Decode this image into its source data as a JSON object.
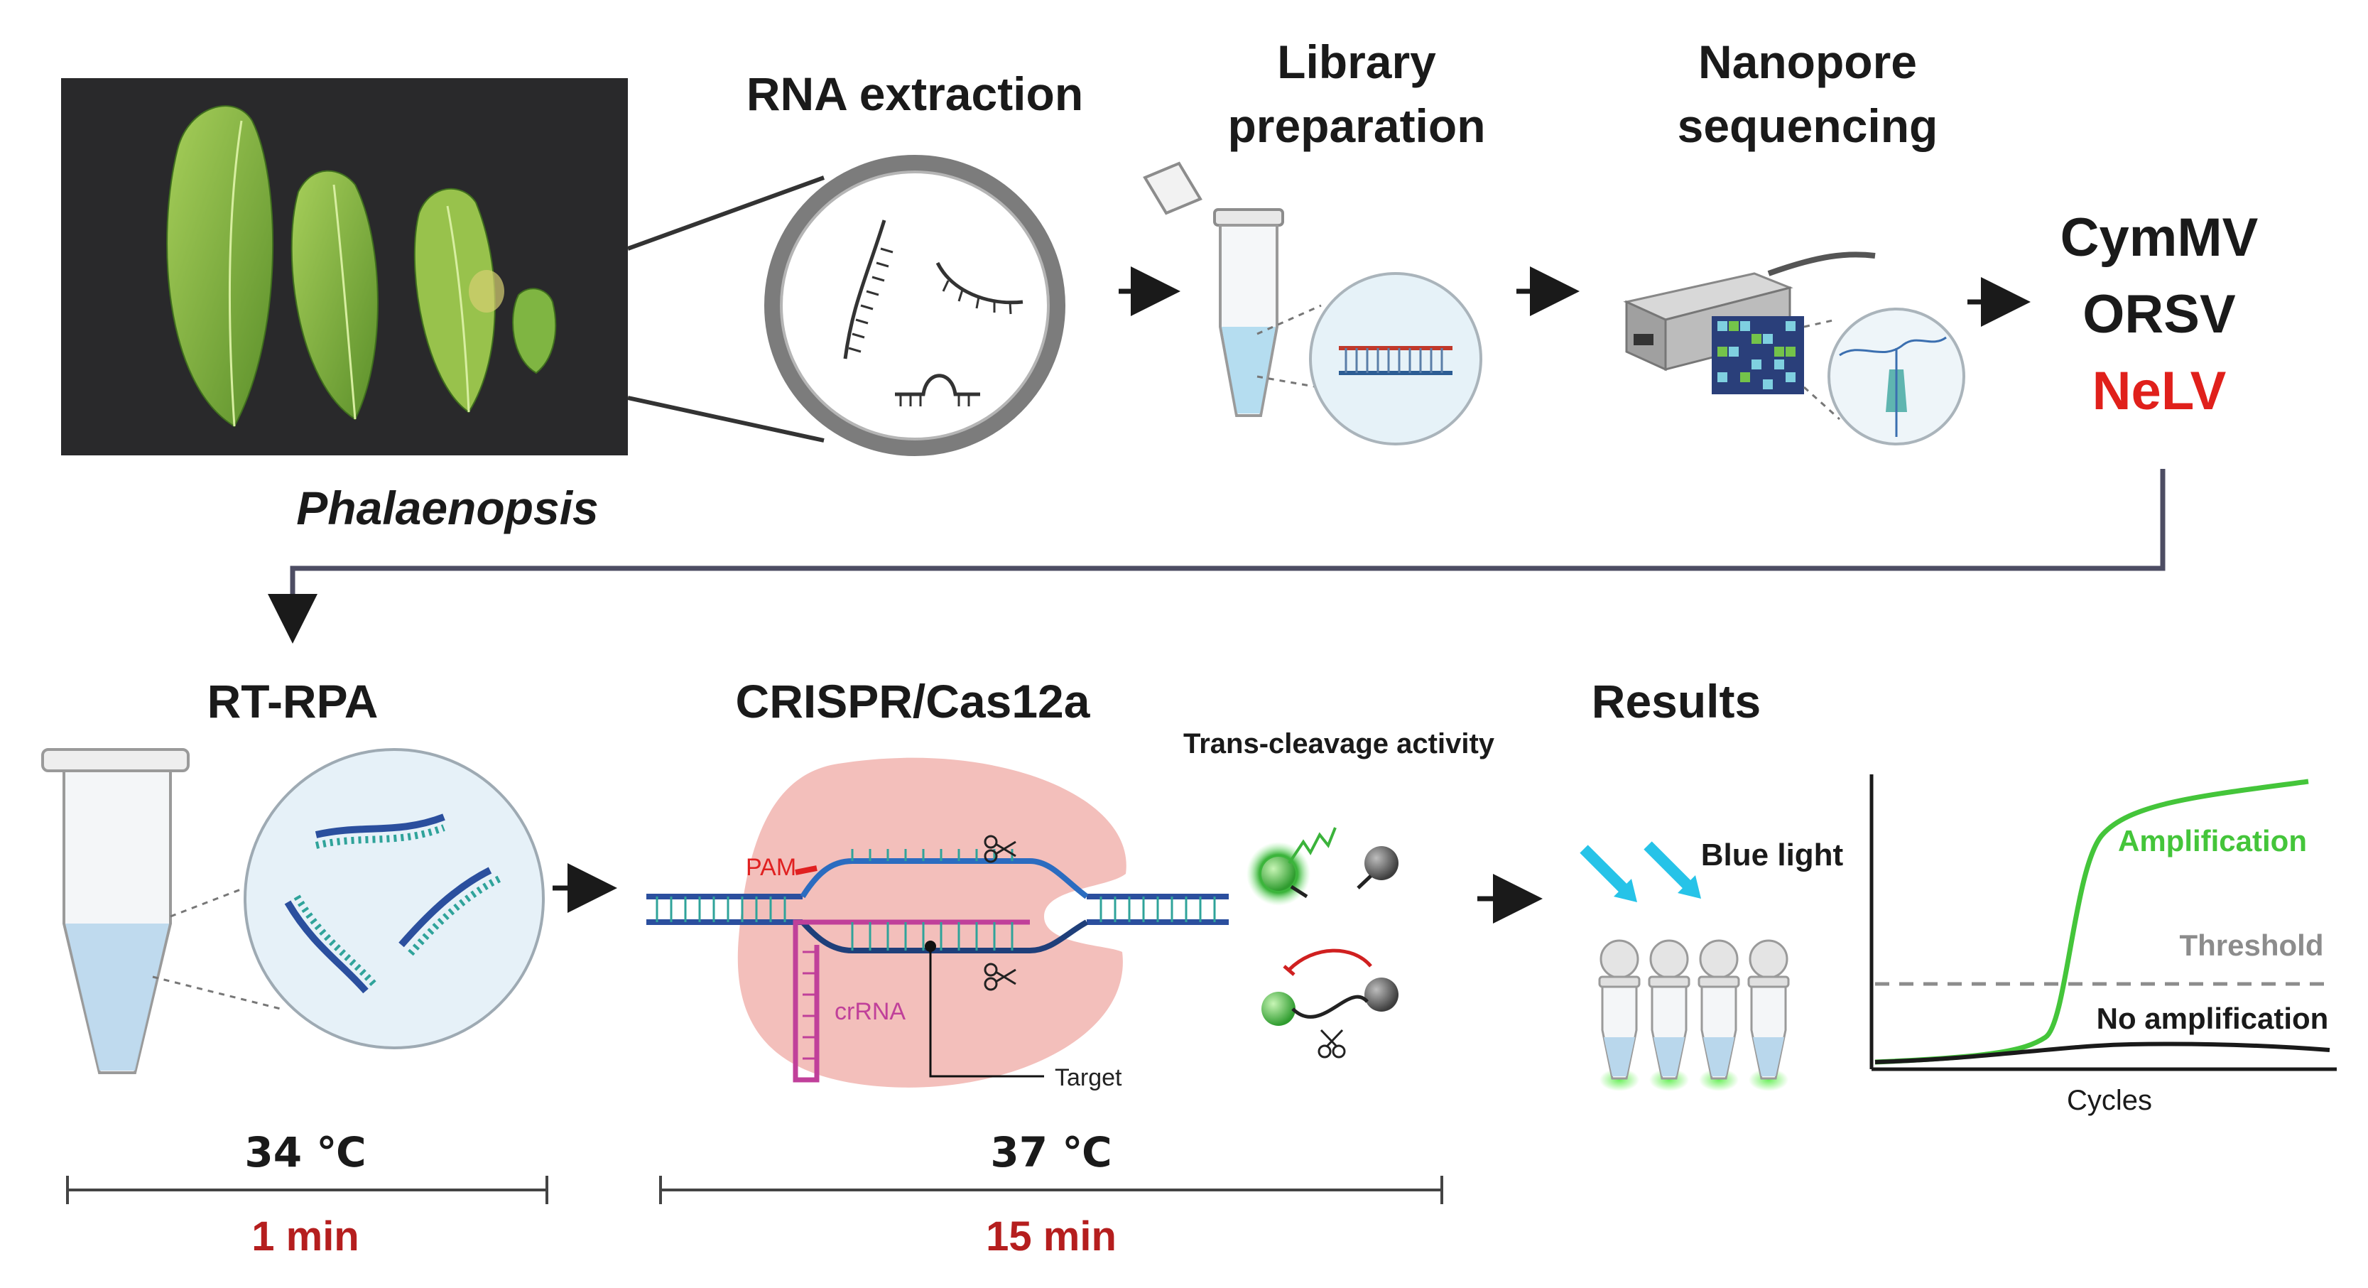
{
  "sample": {
    "caption": "Phalaenopsis"
  },
  "top_steps": {
    "rna_extraction": "RNA extraction",
    "library_prep_line1": "Library",
    "library_prep_line2": "preparation",
    "nanopore_line1": "Nanopore",
    "nanopore_line2": "sequencing"
  },
  "viruses": {
    "v1": "CymMV",
    "v2": "ORSV",
    "v3": "NeLV",
    "highlight_color": "#e0201b"
  },
  "bottom_steps": {
    "rtrpa": "RT-RPA",
    "crispr": "CRISPR/Cas12a",
    "trans_cleavage": "Trans-cleavage activity",
    "results": "Results"
  },
  "cas_labels": {
    "pam": "PAM",
    "crrna": "crRNA",
    "target": "Target"
  },
  "results_labels": {
    "blue_light": "Blue light"
  },
  "timing": {
    "rtrpa_temp": "34 ℃",
    "rtrpa_time": "1 min",
    "crispr_temp": "37 ℃",
    "crispr_time": "15 min",
    "time_color": "#b51e1e"
  },
  "chart_data": {
    "type": "line",
    "xlabel": "Cycles",
    "ylabel": "",
    "series": [
      {
        "name": "Amplification",
        "color": "#44c53a"
      },
      {
        "name": "No amplification",
        "color": "#1a1a1a"
      },
      {
        "name": "Threshold",
        "color": "#8c8c8c",
        "style": "dashed"
      }
    ]
  }
}
